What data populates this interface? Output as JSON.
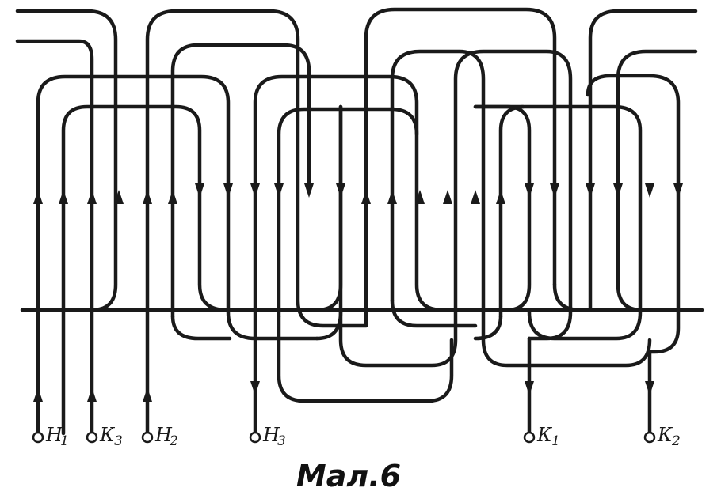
{
  "caption": "Мал.6",
  "terminals": {
    "h1": {
      "letter": "Н",
      "index": "1"
    },
    "k3": {
      "letter": "К",
      "index": "3"
    },
    "h2": {
      "letter": "Н",
      "index": "2"
    },
    "h3": {
      "letter": "Н",
      "index": "3"
    },
    "k1": {
      "letter": "К",
      "index": "1"
    },
    "k2": {
      "letter": "К",
      "index": "2"
    }
  }
}
